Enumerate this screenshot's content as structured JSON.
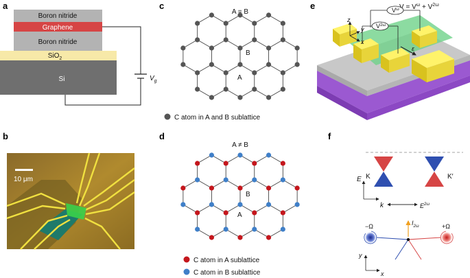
{
  "panels": {
    "a": {
      "letter": "a",
      "layers": [
        "Boron nitride",
        "Graphene",
        "Boron nitride",
        "SiO",
        "Si"
      ],
      "sio2_sub": "2",
      "vg": "V",
      "vg_sub": "g",
      "colors": {
        "bn": "#b3b3b3",
        "graphene": "#d64545",
        "sio2": "#f7e9a8",
        "si": "#6f6f6f"
      }
    },
    "b": {
      "letter": "b",
      "scale_label": "10 μm"
    },
    "c": {
      "letter": "c",
      "title": "A = B",
      "site_b": "B",
      "site_a": "A",
      "legend": "C atom in A and B sublattice",
      "atom_color": "#555555"
    },
    "d": {
      "letter": "d",
      "title": "A ≠ B",
      "site_b": "B",
      "site_a": "A",
      "legend_a": "C atom in A sublattice",
      "legend_b": "C atom in B sublattice",
      "color_a": "#c4161c",
      "color_b": "#3f7fc8"
    },
    "e": {
      "letter": "e",
      "formula_main": "V = V",
      "formula_sup1": "ω",
      "formula_plus": " + V",
      "formula_sup2": "2ω",
      "meter1": "V",
      "meter1_sub": "ω",
      "meter2": "V",
      "meter2_sub": "2ω",
      "axis_z": "z",
      "axis_y": "y",
      "axis_x": "x",
      "field": "ε"
    },
    "f": {
      "letter": "f",
      "valley_k": "K",
      "valley_kp": "K′",
      "axis_e": "E",
      "axis_k": "k",
      "efield": "E",
      "efield_sup": "2ω",
      "minus_omega": "−Ω",
      "plus_omega": "+Ω",
      "current": "I",
      "current_sub": "2ω",
      "axis_y": "y",
      "axis_x": "x",
      "colors": {
        "red": "#d64545",
        "blue": "#2f4fb0"
      }
    }
  }
}
